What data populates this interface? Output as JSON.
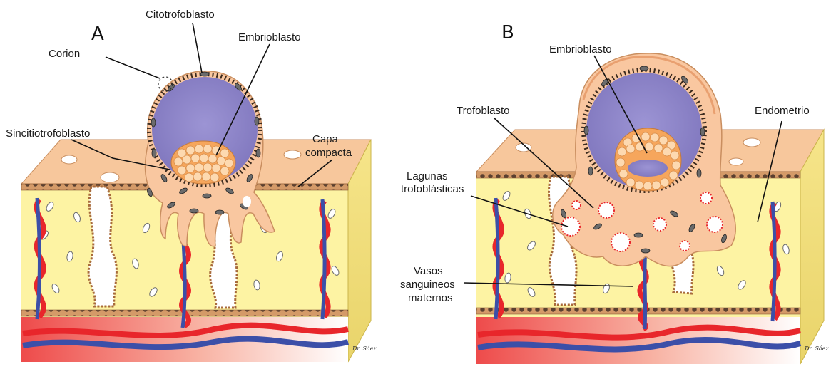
{
  "panels": {
    "a": {
      "letter": "A",
      "labels": {
        "citotrofoblasto": "Citotrofoblasto",
        "corion": "Corion",
        "embrioblasto": "Embrioblasto",
        "sincitiotrofoblasto": "Sincitiotrofoblasto",
        "capa_line1": "Capa",
        "capa_line2": "compacta"
      },
      "signature": "Dr. Sáez"
    },
    "b": {
      "letter": "B",
      "labels": {
        "embrioblasto": "Embrioblasto",
        "trofoblasto": "Trofoblasto",
        "endometrio": "Endometrio",
        "lagunas_line1": "Lagunas",
        "lagunas_line2": "trofoblásticas",
        "vasos_line1": "Vasos",
        "vasos_line2": "sanguineos",
        "vasos_line3": "maternos"
      },
      "signature": "Dr. Sáez"
    }
  },
  "colors": {
    "endometrium": "#fdf3a3",
    "trophoblast": "#f9c7a0",
    "cavity": "#8f86c9",
    "artery": "#e8262b",
    "vein": "#3c4fa8"
  }
}
